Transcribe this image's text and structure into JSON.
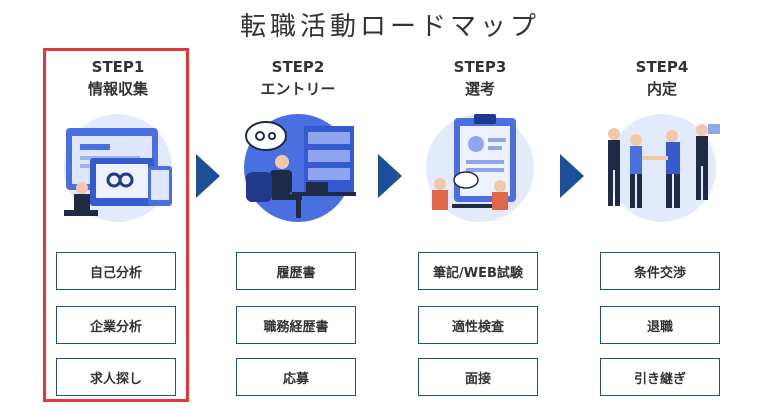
{
  "title": "転職活動ロードマップ",
  "colors": {
    "accent": "#1f4e99",
    "highlight": "#e53935",
    "illustration": "#4a6fe0"
  },
  "steps": [
    {
      "label": "STEP1",
      "name": "情報収集",
      "items": [
        "自己分析",
        "企業分析",
        "求人探し"
      ],
      "highlighted": true
    },
    {
      "label": "STEP2",
      "name": "エントリー",
      "items": [
        "履歴書",
        "職務経歴書",
        "応募"
      ],
      "highlighted": false
    },
    {
      "label": "STEP3",
      "name": "選考",
      "items": [
        "筆記/WEB試験",
        "適性検査",
        "面接"
      ],
      "highlighted": false
    },
    {
      "label": "STEP4",
      "name": "内定",
      "items": [
        "条件交渉",
        "退職",
        "引き継ぎ"
      ],
      "highlighted": false
    }
  ]
}
